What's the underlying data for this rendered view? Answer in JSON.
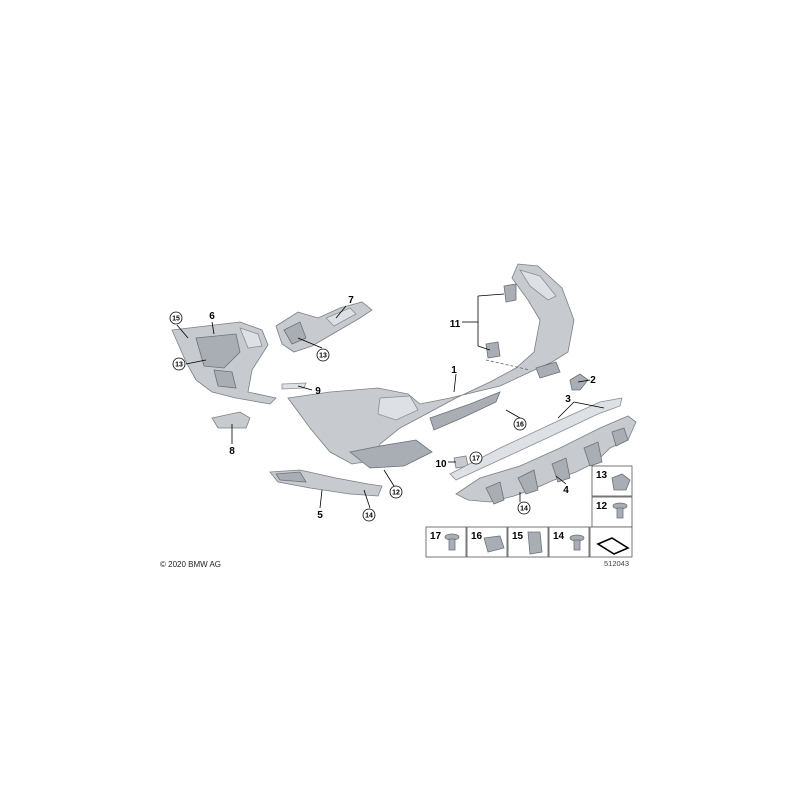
{
  "labels": {
    "l1": "1",
    "l2": "2",
    "l3": "3",
    "l4": "4",
    "l5": "5",
    "l6": "6",
    "l7": "7",
    "l8": "8",
    "l9": "9",
    "l10": "10",
    "l11": "11"
  },
  "circled": {
    "c12": "12",
    "c13a": "13",
    "c13b": "13",
    "c14a": "14",
    "c14b": "14",
    "c15": "15",
    "c16": "16",
    "c17": "17"
  },
  "legend": {
    "t13": "13",
    "t12": "12",
    "t17": "17",
    "t16": "16",
    "t15": "15",
    "t14": "14"
  },
  "footer": {
    "copyright": "© 2020 BMW AG",
    "diagram_no": "512043"
  },
  "colors": {
    "part_fill": "#c7cbd0",
    "part_stroke": "#7a7f86",
    "label": "#000000"
  }
}
